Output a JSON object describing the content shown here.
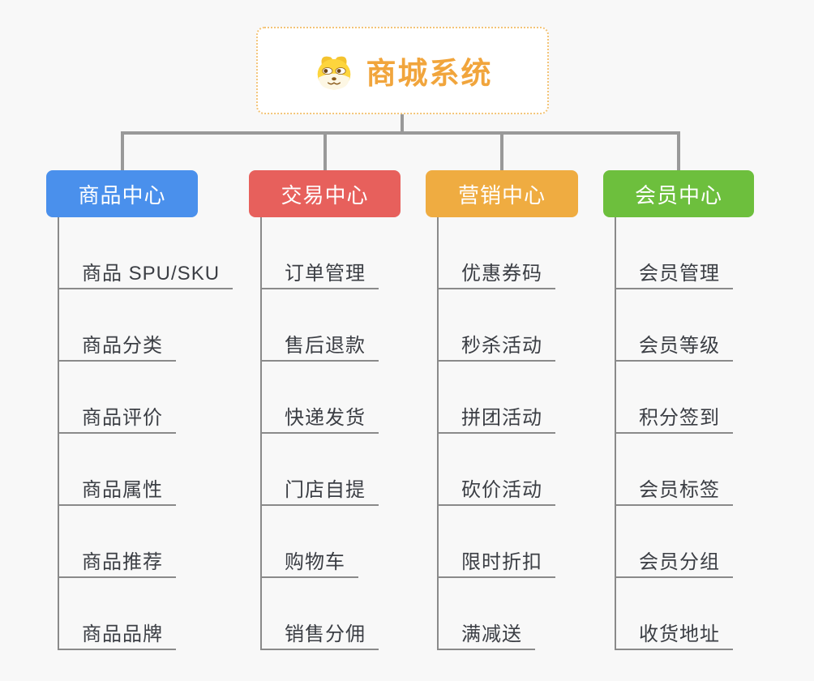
{
  "root": {
    "title": "商城系统",
    "icon": "dog-face-icon"
  },
  "branches": [
    {
      "label": "商品中心",
      "color": "#4a90ec",
      "children": [
        "商品 SPU/SKU",
        "商品分类",
        "商品评价",
        "商品属性",
        "商品推荐",
        "商品品牌"
      ]
    },
    {
      "label": "交易中心",
      "color": "#e7605c",
      "children": [
        "订单管理",
        "售后退款",
        "快递发货",
        "门店自提",
        "购物车",
        "销售分佣"
      ]
    },
    {
      "label": "营销中心",
      "color": "#efac41",
      "children": [
        "优惠券码",
        "秒杀活动",
        "拼团活动",
        "砍价活动",
        "限时折扣",
        "满减送"
      ]
    },
    {
      "label": "会员中心",
      "color": "#6dbf3d",
      "children": [
        "会员管理",
        "会员等级",
        "积分签到",
        "会员标签",
        "会员分组",
        "收货地址"
      ]
    }
  ],
  "colors": {
    "background": "#f8f8f8",
    "connector": "#999999",
    "leaf_line": "#8a8a8a",
    "leaf_text": "#3b3e44",
    "root_accent": "#f1a53c",
    "root_border": "#f3c478"
  }
}
